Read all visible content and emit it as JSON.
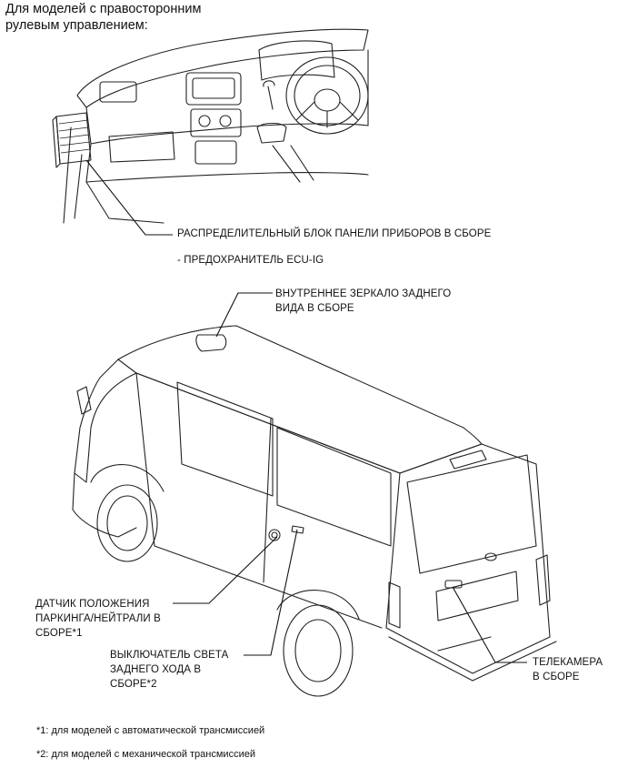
{
  "header": {
    "line1": "Для моделей с правосторонним",
    "line2": "рулевым управлением:"
  },
  "callouts": {
    "junction_block": "РАСПРЕДЕЛИТЕЛЬНЫЙ БЛОК ПАНЕЛИ ПРИБОРОВ В СБОРЕ",
    "fuse": "- ПРЕДОХРАНИТЕЛЬ ECU-IG",
    "mirror_line1": "ВНУТРЕННЕЕ ЗЕРКАЛО ЗАДНЕГО",
    "mirror_line2": "ВИДА В СБОРЕ",
    "park_sensor_line1": "ДАТЧИК ПОЛОЖЕНИЯ",
    "park_sensor_line2": "ПАРКИНГА/НЕЙТРАЛИ В",
    "park_sensor_line3": "СБОРЕ*1",
    "backup_switch_line1": "ВЫКЛЮЧАТЕЛЬ СВЕТА",
    "backup_switch_line2": "ЗАДНЕГО ХОДА В",
    "backup_switch_line3": "СБОРЕ*2",
    "camera_line1": "ТЕЛЕКАМЕРА",
    "camera_line2": "В СБОРЕ"
  },
  "footnotes": {
    "note1": "*1: для моделей с автоматической трансмиссией",
    "note2": "*2: для моделей с механической трансмиссией"
  }
}
